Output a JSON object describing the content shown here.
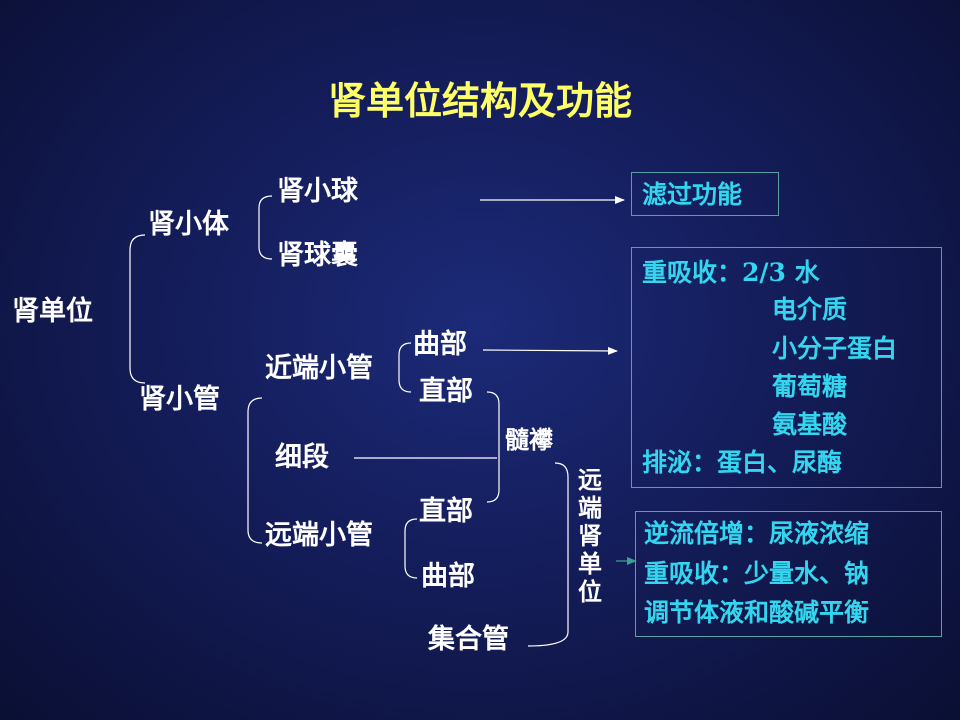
{
  "title": "肾单位结构及功能",
  "nodes": {
    "nephron": "肾单位",
    "renal_corpuscle": "肾小体",
    "glomerulus": "肾小球",
    "capsule": "肾球囊",
    "renal_tubule": "肾小管",
    "proximal": "近端小管",
    "proximal_curved": "曲部",
    "proximal_straight": "直部",
    "thin_segment": "细段",
    "loop": "髓襻",
    "distal": "远端小管",
    "distal_straight": "直部",
    "distal_curved": "曲部",
    "distal_nephron": "远端肾单位",
    "collecting_duct": "集合管"
  },
  "functions": {
    "filtration": "滤过功能",
    "reabsorption_label": "重吸收：2/3 水",
    "reabsorption_items": [
      "电介质",
      "小分子蛋白",
      "葡萄糖",
      "氨基酸"
    ],
    "excretion": "排泌：蛋白、尿酶",
    "distal_lines": [
      "逆流倍增：尿液浓缩",
      "重吸收：少量水、钠",
      "调节体液和酸碱平衡"
    ]
  },
  "colors": {
    "background": "#141d5a",
    "title": "#ffff66",
    "node_text": "#ffffff",
    "function_text": "#33d6ee",
    "box_border": "#5aa0a0"
  }
}
